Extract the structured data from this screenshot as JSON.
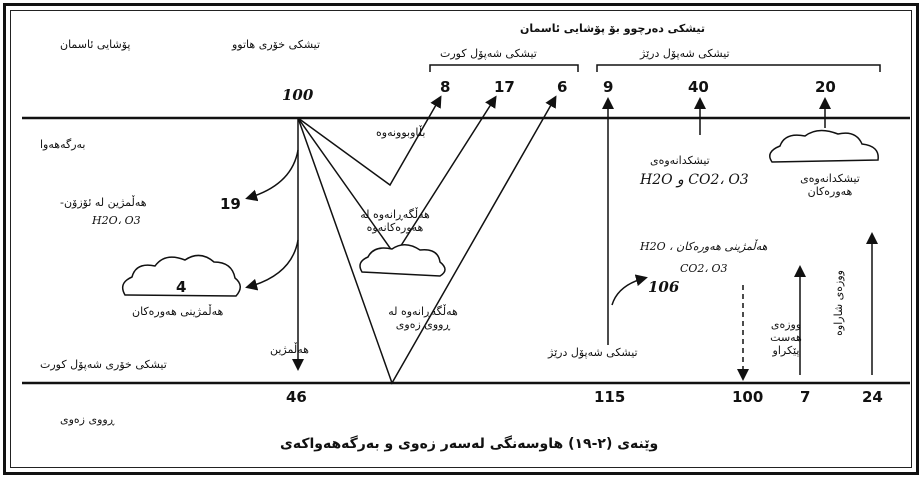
{
  "labels": {
    "space_top": "پۆشایی ئاسمان",
    "incoming_solar": "تیشکی خۆری هاتوو",
    "outgoing_title": "تیشکی دەرچوو بۆ پۆشایی ئاسمان",
    "short_wave": "تیشکی شەپۆل کورت",
    "long_wave": "تیشکی شەپۆل درێژ",
    "atmosphere": "بەرگەهەوا",
    "scattered": "بڵاوبوونەوە",
    "absorbed_h2o_o3": "هەڵمژین لە ئۆزۆن-",
    "h2o_o3_formula": "H2O، O3",
    "reflected_clouds": "هەڵگەڕانەوە لە هەورەکانەوە",
    "absorbed_clouds": "هەڵمژینی هەورەکان",
    "reflected_ground": "هەڵگەڕانەوە لە ڕووی زەوی",
    "absorbed": "هەڵمژین",
    "ground_short_wave": "تیشکی خۆری شەپۆل کورت",
    "ground_surface": "ڕووی زەوی",
    "long_wave_radiation": "تیشکی شەپۆل درێژ",
    "radiation_h2o": "تیشکدانەوەی",
    "co2_o3_h2o": "CO2، O3 و H2O",
    "cloud_radiation": "تیشکدانەوەی هەورەکان",
    "absorbed_h2o_co2": "هەڵمژینی هەورەکان ، H2O",
    "co2_o3": "CO2، O3",
    "sensible_heat": "ووزەی هەست پێکراو",
    "latent_heat": "ووزەی شاراوە",
    "caption": "وێنەی (٢-١٩) هاوسەنگی لەسەر زەوی و بەرگەهەواکەی"
  },
  "values": {
    "incoming": "100",
    "scattered": "8",
    "reflected_clouds": "17",
    "reflected_ground": "6",
    "long_wave_out": "9",
    "h2o_emit": "40",
    "clouds_emit": "20",
    "absorbed_atm": "19",
    "absorbed_clouds": "4",
    "ground_absorbed": "46",
    "back_radiation": "106",
    "ground_emit": "115",
    "ground_absorb_lw": "100",
    "sensible": "7",
    "latent": "24"
  }
}
